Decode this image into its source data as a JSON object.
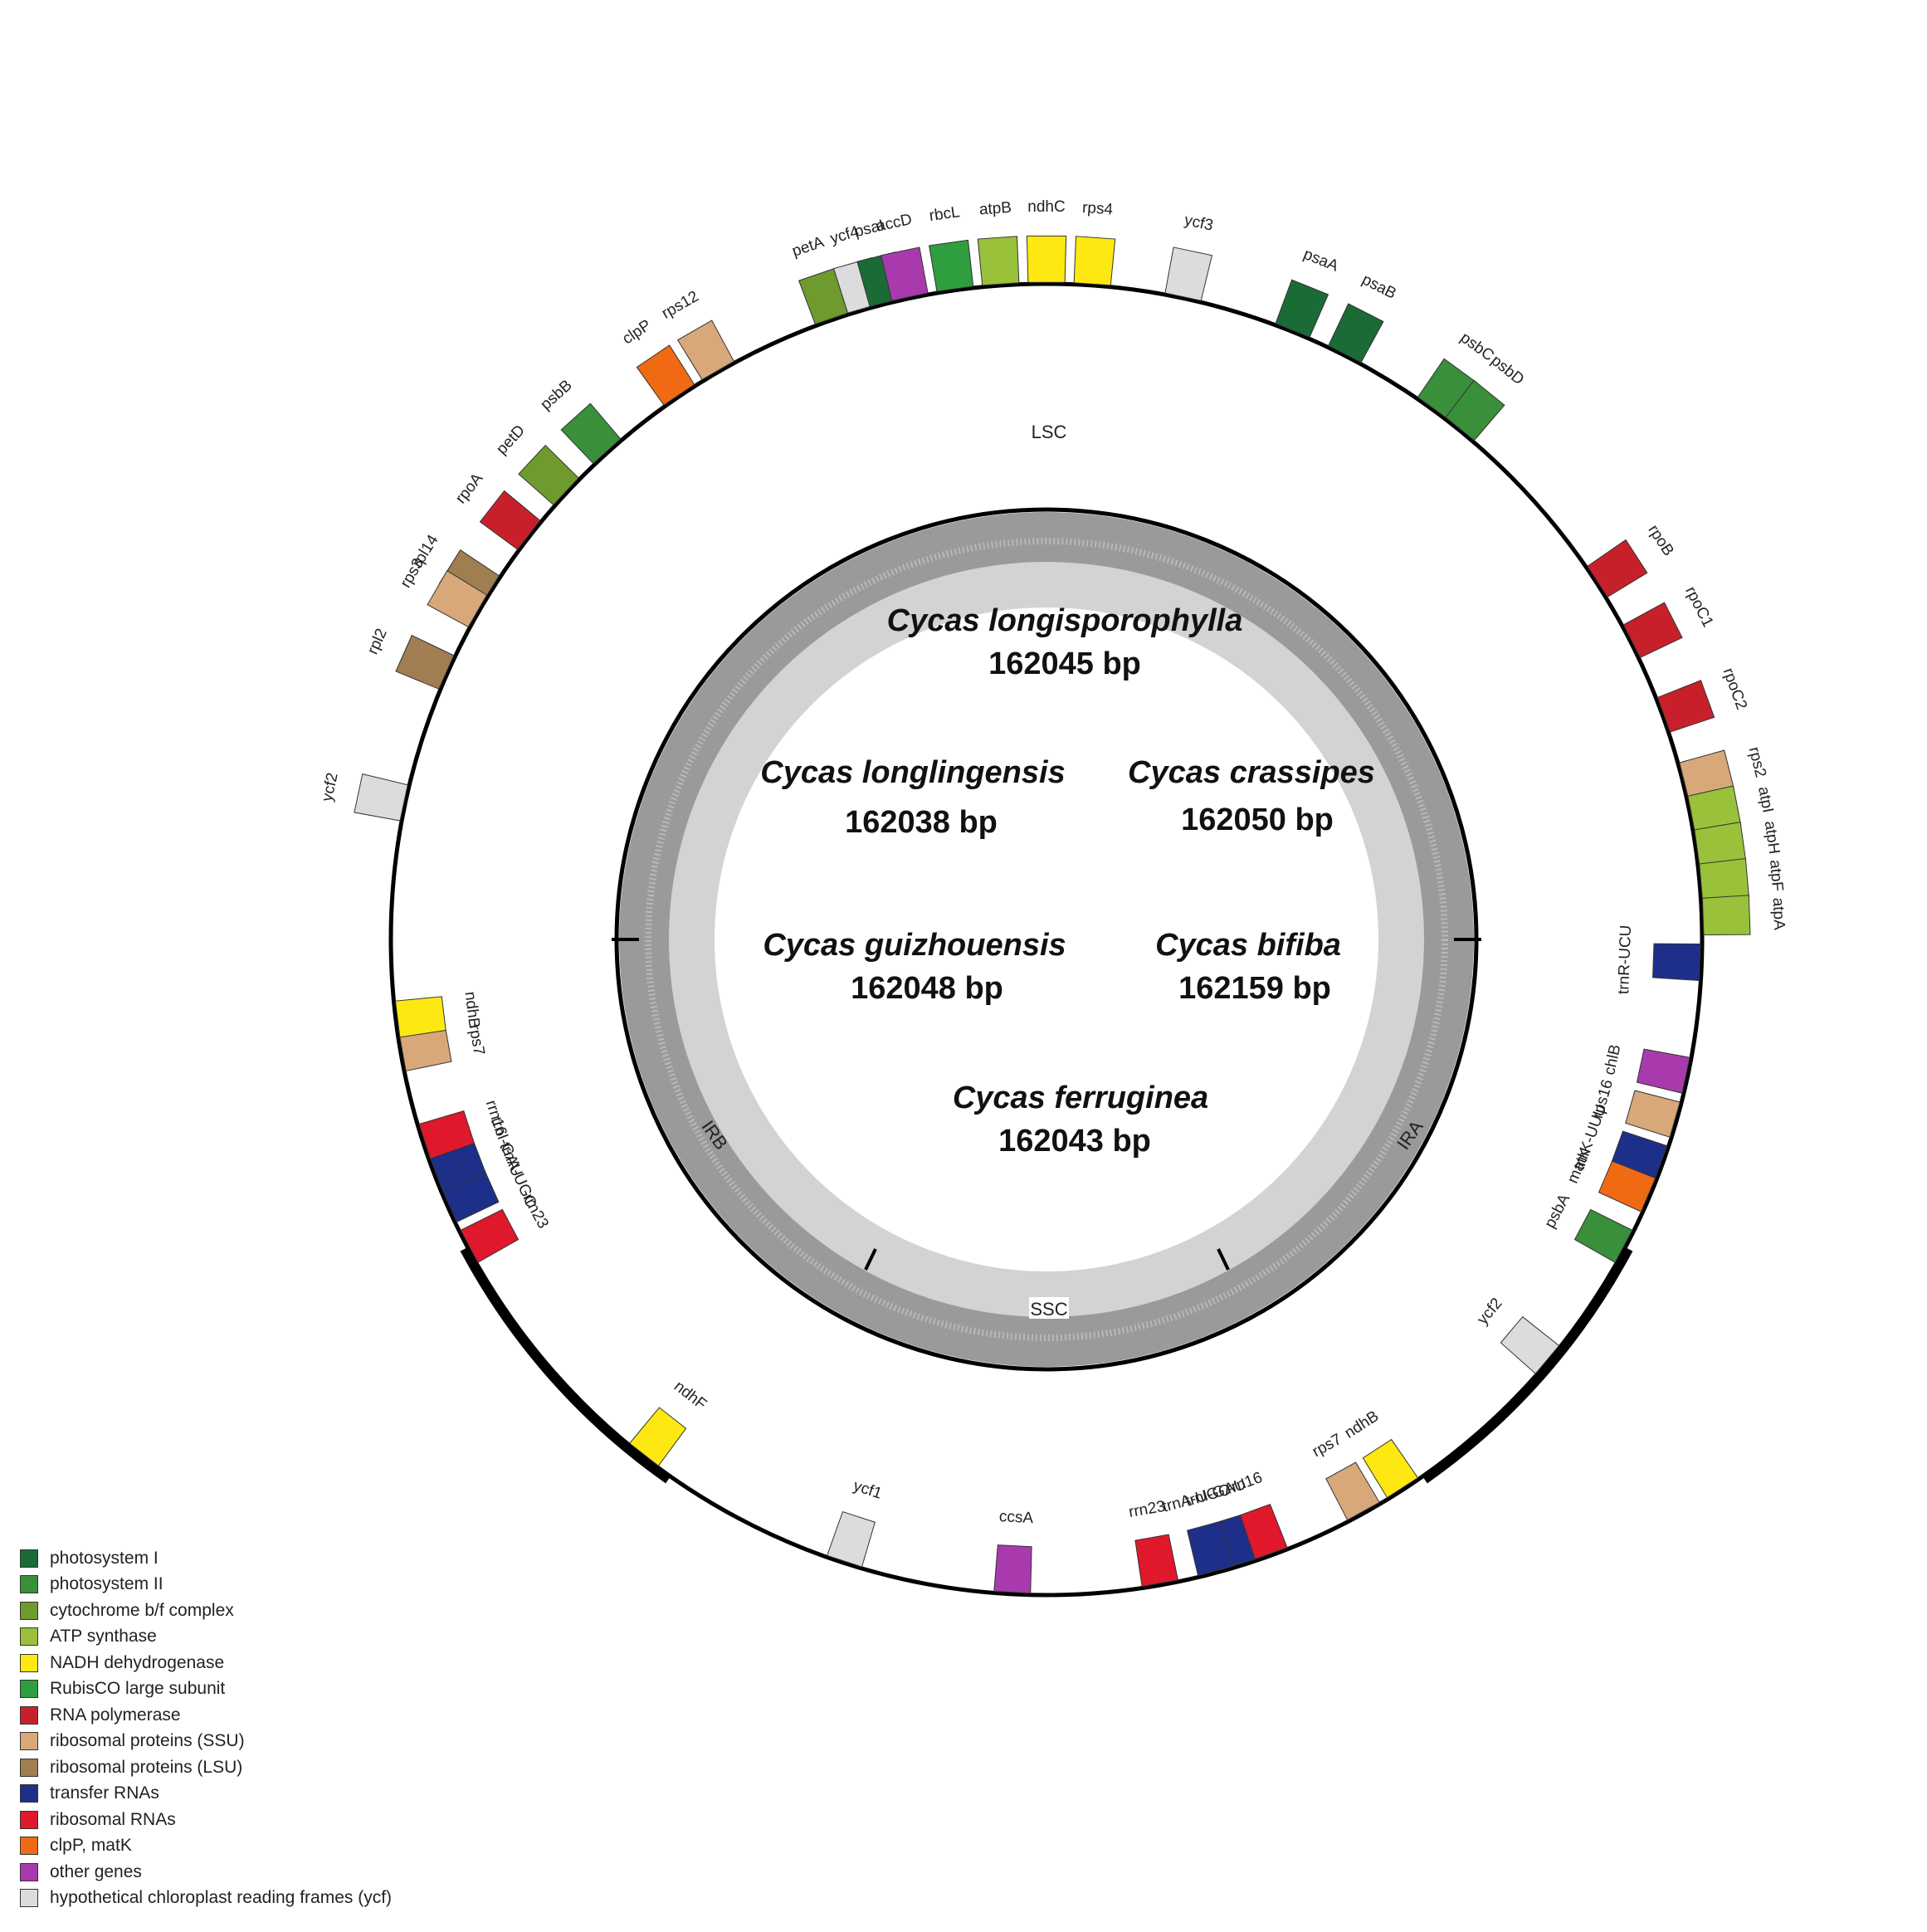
{
  "genome_map": {
    "species": [
      {
        "name": "Cycas longisporophylla",
        "size": "162045 bp"
      },
      {
        "name": "Cycas longlingensis",
        "size": "162038 bp"
      },
      {
        "name": "Cycas crassipes",
        "size": "162050 bp"
      },
      {
        "name": "Cycas guizhouensis",
        "size": "162048 bp"
      },
      {
        "name": "Cycas bifiba",
        "size": "162159 bp"
      },
      {
        "name": "Cycas ferruginea",
        "size": "162043 bp"
      }
    ],
    "regions": {
      "lsc": "LSC",
      "ssc": "SSC",
      "ira": "IRA",
      "irb": "IRB"
    },
    "genes": [
      {
        "name": "rps4",
        "angle": 4,
        "cat": 4
      },
      {
        "name": "ycf3",
        "angle": 12,
        "cat": 13
      },
      {
        "name": "psaA",
        "angle": 22,
        "cat": 0
      },
      {
        "name": "psaB",
        "angle": 27,
        "cat": 0
      },
      {
        "name": "psbC",
        "angle": 36,
        "cat": 1
      },
      {
        "name": "psbD",
        "angle": 39,
        "cat": 1
      },
      {
        "name": "rpoB",
        "angle": 57,
        "cat": 6
      },
      {
        "name": "rpoC1",
        "angle": 63,
        "cat": 6
      },
      {
        "name": "rpoC2",
        "angle": 70,
        "cat": 6
      },
      {
        "name": "rps2",
        "angle": 76,
        "cat": 7
      },
      {
        "name": "atpI",
        "angle": 79,
        "cat": 3
      },
      {
        "name": "atpH",
        "angle": 82,
        "cat": 3
      },
      {
        "name": "atpF",
        "angle": 85,
        "cat": 3
      },
      {
        "name": "atpA",
        "angle": 88,
        "cat": 3
      },
      {
        "name": "trnR-UCU",
        "angle": 92,
        "cat": 9
      },
      {
        "name": "chlB",
        "angle": 102,
        "cat": 12
      },
      {
        "name": "rps16",
        "angle": 106,
        "cat": 7
      },
      {
        "name": "trnK-UUU",
        "angle": 110,
        "cat": 9
      },
      {
        "name": "matK",
        "angle": 113,
        "cat": 11
      },
      {
        "name": "psbA",
        "angle": 118,
        "cat": 1
      },
      {
        "name": "ycf2",
        "angle": 130,
        "cat": 13
      },
      {
        "name": "ndhB",
        "angle": 147,
        "cat": 4
      },
      {
        "name": "rps7",
        "angle": 151,
        "cat": 7
      },
      {
        "name": "rrn16",
        "angle": 160,
        "cat": 10
      },
      {
        "name": "trnI-GAU",
        "angle": 163,
        "cat": 9
      },
      {
        "name": "trnA-UGC",
        "angle": 165,
        "cat": 9
      },
      {
        "name": "rrn23",
        "angle": 170,
        "cat": 10
      },
      {
        "name": "ccsA",
        "angle": 183,
        "cat": 12
      },
      {
        "name": "ycf1",
        "angle": 198,
        "cat": 13
      },
      {
        "name": "ndhF",
        "angle": 218,
        "cat": 4
      },
      {
        "name": "rrn23",
        "angle": 242,
        "cat": 10
      },
      {
        "name": "trnA-UGC",
        "angle": 246,
        "cat": 9
      },
      {
        "name": "trnI-GAU",
        "angle": 249,
        "cat": 9
      },
      {
        "name": "rrn16",
        "angle": 252,
        "cat": 10
      },
      {
        "name": "rps7",
        "angle": 260,
        "cat": 7
      },
      {
        "name": "ndhB",
        "angle": 263,
        "cat": 4
      },
      {
        "name": "ycf2",
        "angle": 282,
        "cat": 13
      },
      {
        "name": "rpl2",
        "angle": 294,
        "cat": 8
      },
      {
        "name": "rpl14",
        "angle": 302,
        "cat": 8
      },
      {
        "name": "rps3",
        "angle": 300,
        "cat": 7
      },
      {
        "name": "rpoA",
        "angle": 308,
        "cat": 6
      },
      {
        "name": "psbB",
        "angle": 318,
        "cat": 1
      },
      {
        "name": "petD",
        "angle": 313,
        "cat": 2
      },
      {
        "name": "clpP",
        "angle": 326,
        "cat": 11
      },
      {
        "name": "rps12",
        "angle": 330,
        "cat": 7
      },
      {
        "name": "petA",
        "angle": 341,
        "cat": 2
      },
      {
        "name": "ycf4",
        "angle": 344,
        "cat": 13
      },
      {
        "name": "psaI",
        "angle": 346,
        "cat": 0
      },
      {
        "name": "accD",
        "angle": 348,
        "cat": 12
      },
      {
        "name": "rbcL",
        "angle": 352,
        "cat": 5
      },
      {
        "name": "atpB",
        "angle": 356,
        "cat": 3
      },
      {
        "name": "ndhC",
        "angle": 0,
        "cat": 4
      }
    ],
    "legend": [
      {
        "label": "photosystem I",
        "color": "#1a6b35"
      },
      {
        "label": "photosystem II",
        "color": "#3a8f3a"
      },
      {
        "label": "cytochrome b/f complex",
        "color": "#6e9a2e"
      },
      {
        "label": "ATP synthase",
        "color": "#99c13a"
      },
      {
        "label": "NADH dehydrogenase",
        "color": "#fde911"
      },
      {
        "label": "RubisCO large subunit",
        "color": "#2e9e3e"
      },
      {
        "label": "RNA polymerase",
        "color": "#c8202a"
      },
      {
        "label": "ribosomal proteins (SSU)",
        "color": "#d8a87a"
      },
      {
        "label": "ribosomal proteins (LSU)",
        "color": "#a07e52"
      },
      {
        "label": "transfer RNAs",
        "color": "#1e2f8a"
      },
      {
        "label": "ribosomal RNAs",
        "color": "#e0182c"
      },
      {
        "label": "clpP, matK",
        "color": "#f06a14"
      },
      {
        "label": "other genes",
        "color": "#a93aad"
      },
      {
        "label": "hypothetical chloroplast reading frames (ycf)",
        "color": "#dcdcdc"
      }
    ]
  }
}
